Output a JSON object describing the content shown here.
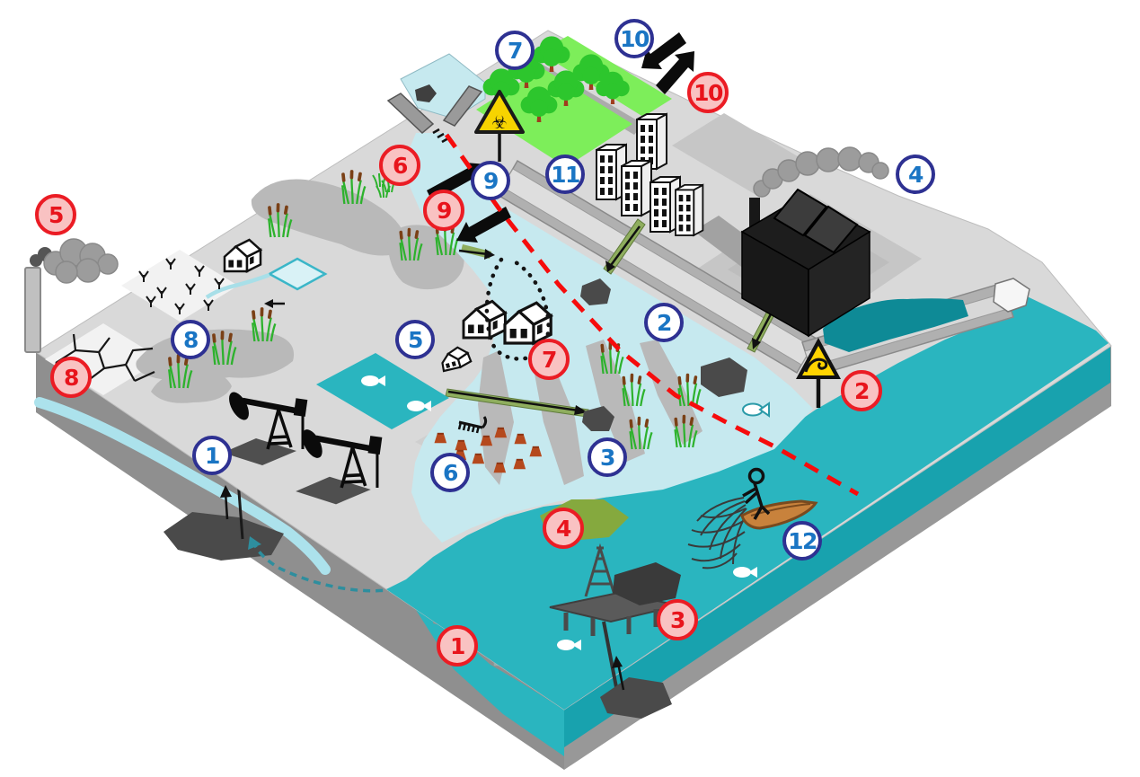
{
  "figure": {
    "kind": "isometric environmental watershed diagram",
    "background": "#ffffff"
  },
  "markers": {
    "blue": {
      "fill": "#ffffff",
      "border": "#2e3192",
      "text_color": "#1a75c4",
      "labels": [
        "1",
        "2",
        "3",
        "4",
        "5",
        "6",
        "7",
        "8",
        "9",
        "10",
        "11",
        "12"
      ]
    },
    "red": {
      "fill": "#f9c2c2",
      "border": "#eb1c24",
      "text_color": "#e8141c",
      "labels": [
        "1",
        "2",
        "3",
        "4",
        "5",
        "6",
        "7",
        "8",
        "9",
        "10"
      ]
    }
  },
  "icons": {
    "biohazard": "☣"
  },
  "palette": {
    "sea": "#2ab5bf",
    "sea_side": "#18a2ae",
    "river": "#c6e9ef",
    "polder": "#0e8a96",
    "land": "#d9d9d9",
    "marsh": "#b9b9b9",
    "field": "#f2f2f2",
    "side_face": "#8f8f8f",
    "road": "#b0b0b0",
    "road_stripe": "#dedede",
    "park": "#7dee5a",
    "tree": "#2dc62d",
    "trunk": "#a03c1e",
    "stump": "#b5491d",
    "drain": "#8fae5e",
    "algae": "#85a93e",
    "smoke": "#9c9c9c",
    "boat": "#c8823c",
    "hazard_yellow": "#f7d400",
    "red_dash": "#f60c0c",
    "intrusion": "#2e8e9e",
    "black": "#111111"
  }
}
